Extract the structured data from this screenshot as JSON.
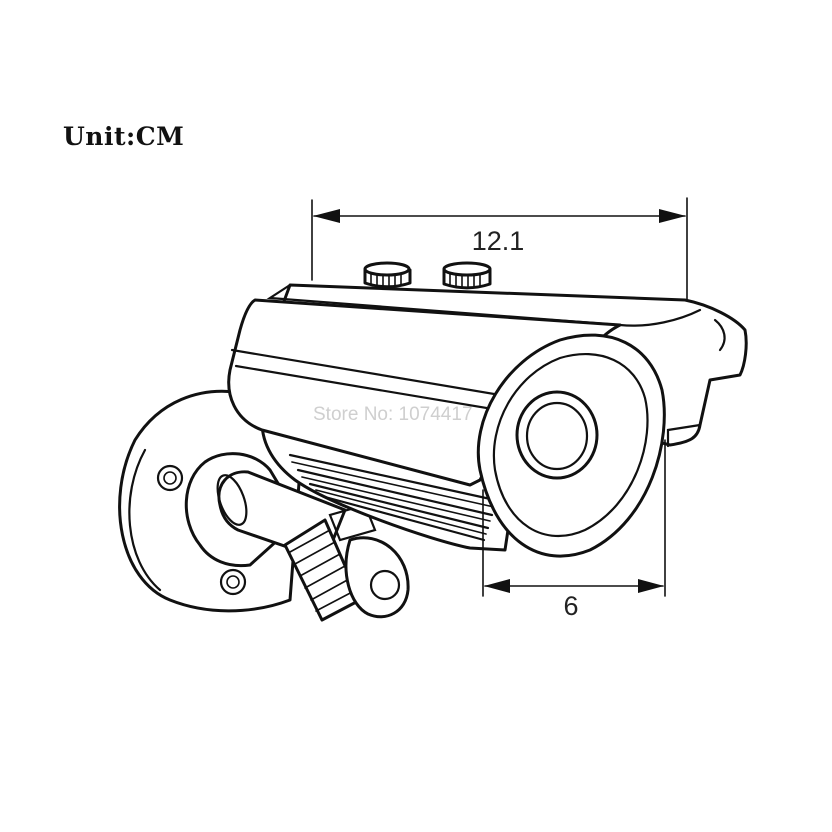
{
  "unit_label": "Unit:CM",
  "dimensions": {
    "length": "12.1",
    "diameter": "6"
  },
  "watermark": "Store No: 1074417",
  "colors": {
    "line": "#111111",
    "background": "#ffffff",
    "watermark": "#cfcfcf"
  }
}
